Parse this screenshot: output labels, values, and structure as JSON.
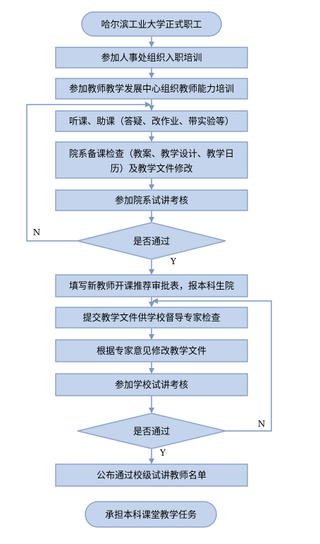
{
  "flowchart": {
    "start": "哈尔滨工业大学正式职工",
    "steps": [
      "参加人事处组织入职培训",
      "参加教师教学发展中心组织教师能力培训",
      "听课、助课（答疑、改作业、带实验等）",
      [
        "院系备课检查（教案、教学设计、教学日",
        "历）及教学文件修改"
      ],
      "参加院系试讲考核"
    ],
    "decision1": {
      "label": "是否通过",
      "yes": "Y",
      "no": "N"
    },
    "steps2": [
      "填写新教师开课推荐审批表，报本科生院",
      "提交教学文件供学校督导专家检查",
      "根据专家意见修改教学文件",
      "参加学校试讲考核"
    ],
    "decision2": {
      "label": "是否通过",
      "yes": "Y",
      "no": "N"
    },
    "final_step": "公布通过校级试讲教师名单",
    "end": "承担本科课堂教学任务",
    "colors": {
      "fill": "#c3d4ec",
      "stroke": "#8ca4c8",
      "arrow": "#7b98c0"
    }
  }
}
